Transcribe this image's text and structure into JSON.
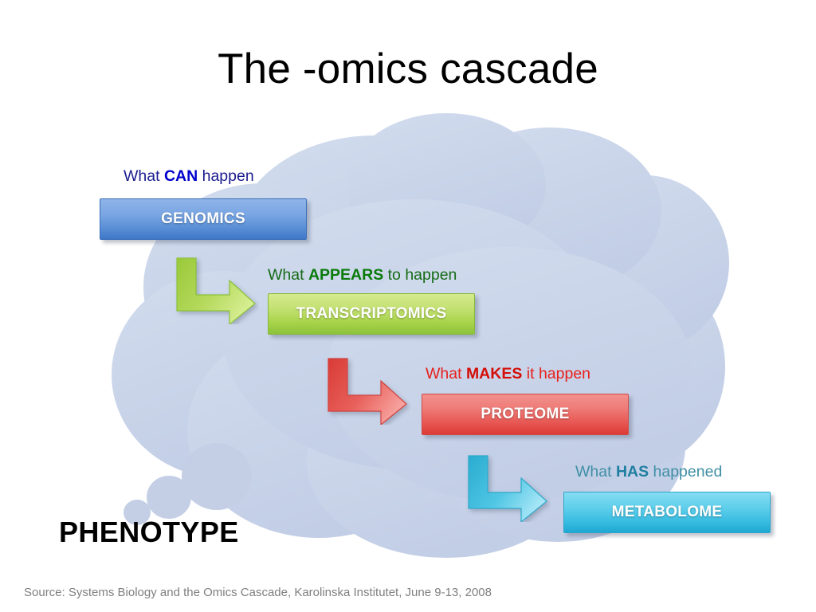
{
  "slide": {
    "title": "The -omics cascade",
    "phenotype_label": "PHENOTYPE",
    "source": "Source: Systems Biology and the Omics Cascade, Karolinska Institutet, June 9-13, 2008",
    "background_color": "#ffffff",
    "cloud_color": "#ccd6ea"
  },
  "nodes": [
    {
      "id": "genomics",
      "box_text": "GENOMICS",
      "label_prefix": "What ",
      "label_emphasis": "CAN",
      "label_suffix": " happen",
      "accent_color": "#5a8fd6",
      "label_color": "#1b1c8f"
    },
    {
      "id": "transcriptomics",
      "box_text": "TRANSCRIPTOMICS",
      "label_prefix": "What ",
      "label_emphasis": "APPEARS",
      "label_suffix": " to happen",
      "accent_color": "#a8d34a",
      "label_color": "#156b16"
    },
    {
      "id": "proteome",
      "box_text": "PROTEOME",
      "label_prefix": "What ",
      "label_emphasis": "MAKES",
      "label_suffix": " it happen",
      "accent_color": "#e6534f",
      "label_color": "#e8201a"
    },
    {
      "id": "metabolome",
      "box_text": "METABOLOME",
      "label_prefix": "What ",
      "label_emphasis": "HAS",
      "label_suffix": " happened",
      "accent_color": "#36bbe0",
      "label_color": "#3f8fa6"
    }
  ],
  "arrows": [
    {
      "id": "arrow-genomics-transcriptomics",
      "color": "#a8d34a"
    },
    {
      "id": "arrow-transcriptomics-proteome",
      "color": "#e6534f"
    },
    {
      "id": "arrow-proteome-metabolome",
      "color": "#36bbe0"
    }
  ]
}
